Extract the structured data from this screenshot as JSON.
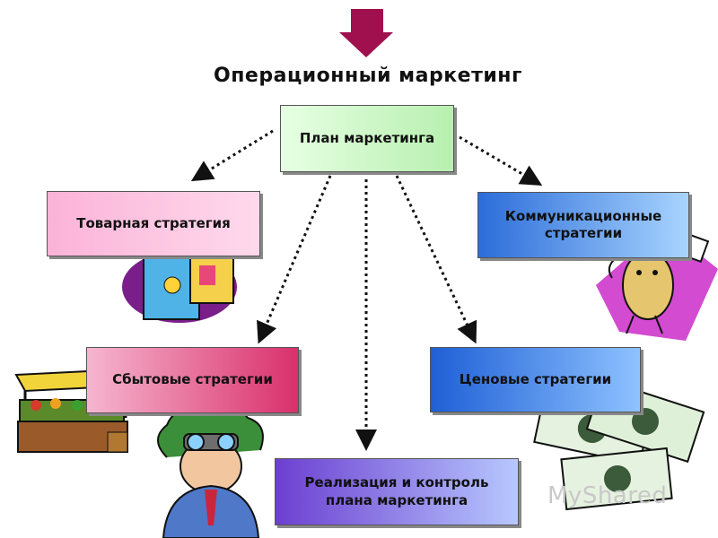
{
  "title": "Операционный маркетинг",
  "nodes": {
    "plan": "План маркетинга",
    "product": "Товарная стратегия",
    "communication": "Коммуникационные стратегии",
    "sales": "Сбытовые стратегии",
    "price": "Ценовые стратегии",
    "implementation": "Реализация и контроль плана маркетинга"
  },
  "watermark": "MyShared",
  "colors": {
    "top_arrow": "#a0104e",
    "plan": "#c7f5c0",
    "product": "#fbc6e2",
    "communication": "#3d86ee",
    "sales": "#e04d86",
    "price": "#3577e6",
    "implementation": "#8a6ae0"
  },
  "icons": [
    "shopping-bags-icon",
    "phone-character-icon",
    "market-stall-icon",
    "binoculars-man-icon",
    "money-stack-icon"
  ]
}
